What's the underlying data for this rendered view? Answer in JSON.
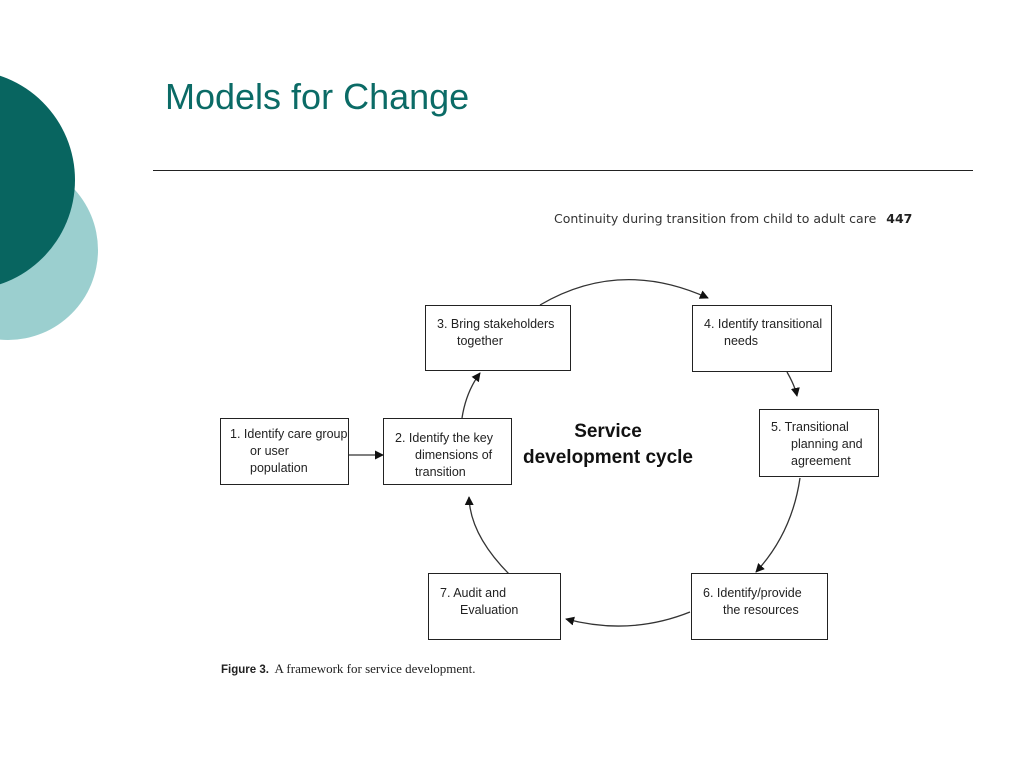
{
  "slide": {
    "title": "Models for Change",
    "colors": {
      "dark_teal": "#086560",
      "light_teal": "#9bcfcf",
      "title": "#0b6b66"
    }
  },
  "figure": {
    "running_head": "Continuity during transition from child to adult care",
    "page_number": "447",
    "center_label": [
      "Service",
      "development cycle"
    ],
    "caption_label": "Figure 3.",
    "caption_text": "A framework for service development.",
    "boxes": {
      "b1": [
        "1. Identify care group",
        "or user",
        "population"
      ],
      "b2": [
        "2. Identify the key",
        "dimensions of",
        "transition"
      ],
      "b3": [
        "3. Bring stakeholders",
        "together"
      ],
      "b4": [
        "4. Identify transitional",
        "needs"
      ],
      "b5": [
        "5. Transitional",
        "planning and",
        "agreement"
      ],
      "b6": [
        "6. Identify/provide",
        "the resources"
      ],
      "b7": [
        "7. Audit and",
        "Evaluation"
      ]
    }
  }
}
